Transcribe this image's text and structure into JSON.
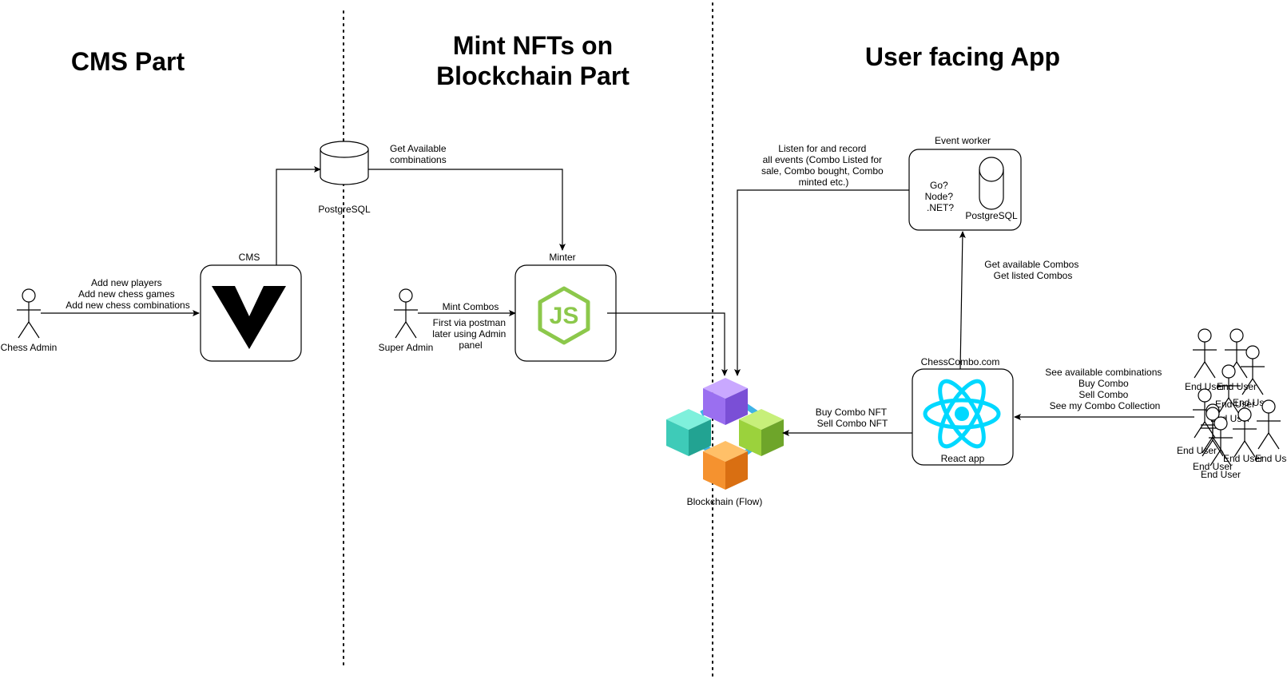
{
  "sections": {
    "cms": "CMS Part",
    "mint_line1": "Mint NFTs on",
    "mint_line2": "Blockchain Part",
    "user_app": "User facing App"
  },
  "actors": {
    "chess_admin": "Chess Admin",
    "super_admin": "Super Admin",
    "end_user": "End User"
  },
  "nodes": {
    "postgres_top": "PostgreSQL",
    "cms": "CMS",
    "minter": "Minter",
    "event_worker": "Event worker",
    "event_worker_tech": [
      "Go?",
      "Node?",
      ".NET?"
    ],
    "event_worker_db": "PostgreSQL",
    "chesscombo": "ChessCombo.com",
    "react_app": "React app",
    "blockchain": "Blockchain (Flow)"
  },
  "edges": {
    "admin_to_cms": [
      "Add new players",
      "Add new chess games",
      "Add new chess combinations"
    ],
    "pg_to_minter": [
      "Get Available",
      "combinations"
    ],
    "superadmin_to_minter_top": "Mint Combos",
    "superadmin_to_minter_bottom": [
      "First via postman",
      "later using Admin",
      "panel"
    ],
    "worker_listen": [
      "Listen for and record",
      "all events (Combo Listed for",
      "sale, Combo bought, Combo",
      "minted etc.)"
    ],
    "react_to_worker": [
      "Get available Combos",
      "Get listed Combos"
    ],
    "react_to_chain": [
      "Buy Combo NFT",
      "Sell Combo NFT"
    ],
    "users_to_react": [
      "See available combinations",
      "Buy Combo",
      "Sell Combo",
      "See my Combo Collection"
    ]
  },
  "colors": {
    "node_green": "#8cc84b",
    "react_blue": "#00d8ff",
    "cube_purple": "#a77bf3",
    "cube_teal": "#3ecbb8",
    "cube_green": "#9bd23c",
    "cube_orange": "#f5922f",
    "connector_blue": "#3fb3e6"
  }
}
